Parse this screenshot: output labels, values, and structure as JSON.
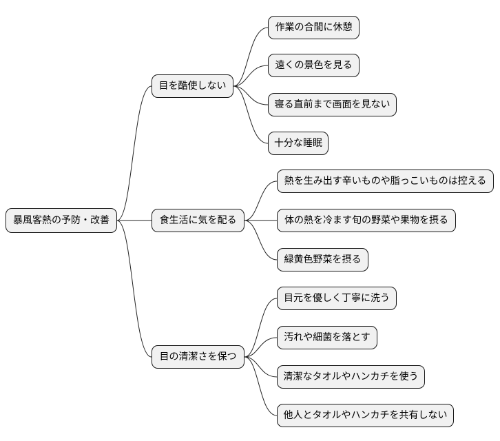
{
  "mindmap": {
    "root": {
      "label": "暴風客熱の予防・改善"
    },
    "branches": [
      {
        "label": "目を酷使しない",
        "children": [
          {
            "label": "作業の合間に休憩"
          },
          {
            "label": "遠くの景色を見る"
          },
          {
            "label": "寝る直前まで画面を見ない"
          },
          {
            "label": "十分な睡眠"
          }
        ]
      },
      {
        "label": "食生活に気を配る",
        "children": [
          {
            "label": "熱を生み出す辛いものや脂っこいものは控える"
          },
          {
            "label": "体の熱を冷ます旬の野菜や果物を摂る"
          },
          {
            "label": "緑黄色野菜を摂る"
          }
        ]
      },
      {
        "label": "目の清潔さを保つ",
        "children": [
          {
            "label": "目元を優しく丁寧に洗う"
          },
          {
            "label": "汚れや細菌を落とす"
          },
          {
            "label": "清潔なタオルやハンカチを使う"
          },
          {
            "label": "他人とタオルやハンカチを共有しない"
          }
        ]
      }
    ]
  }
}
